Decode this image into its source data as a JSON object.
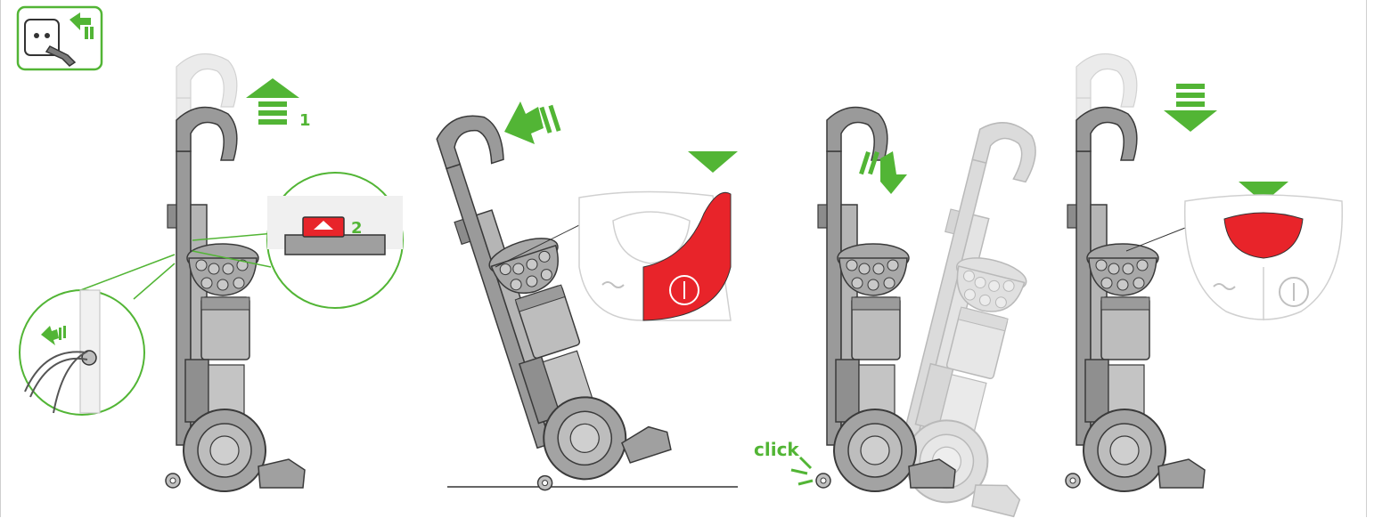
{
  "colors": {
    "accent_green": "#52b535",
    "button_red": "#e8242a",
    "machine_dark": "#8c8c8c",
    "machine_light": "#d7d7d7",
    "outline": "#3a3a3a",
    "ghost": "#e4e4e4"
  },
  "icons": [
    "unplug-icon",
    "arrow-up-icon",
    "arrow-down-icon",
    "arrow-back-icon",
    "arrow-forward-icon",
    "power-icon",
    "cord-icon"
  ],
  "steps": {
    "step1_label": "1",
    "step2_label": "2",
    "click_label": "click"
  }
}
